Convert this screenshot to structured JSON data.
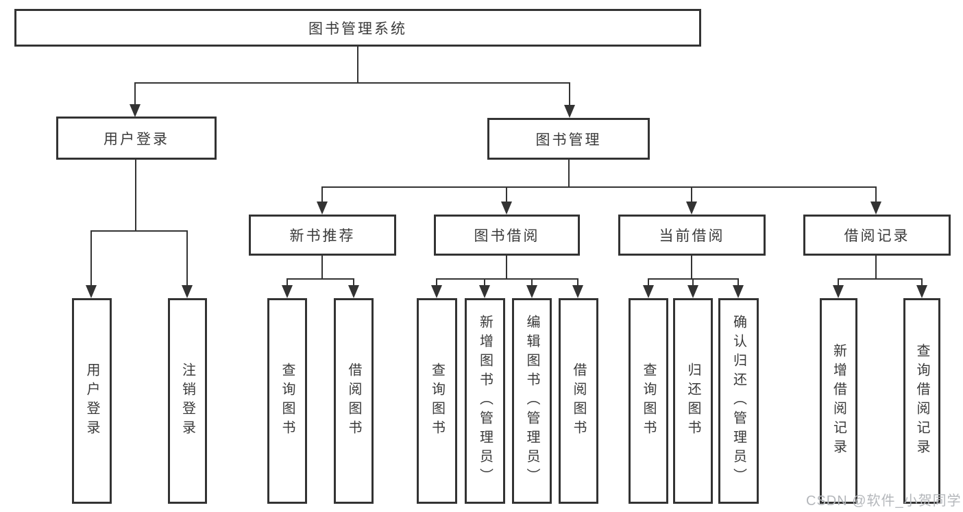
{
  "title": {
    "label": "图书管理系统"
  },
  "branches": [
    {
      "label": "用户登录",
      "children": [
        "用户登录",
        "注销登录"
      ]
    },
    {
      "label": "图书管理",
      "sections": [
        {
          "label": "新书推荐",
          "children": [
            "查询图书",
            "借阅图书"
          ]
        },
        {
          "label": "图书借阅",
          "children": [
            "查询图书",
            "新增图书（管理员）",
            "编辑图书（管理员）",
            "借阅图书"
          ]
        },
        {
          "label": "当前借阅",
          "children": [
            "查询图书",
            "归还图书",
            "确认归还（管理员）"
          ]
        },
        {
          "label": "借阅记录",
          "children": [
            "新增借阅记录",
            "查询借阅记录"
          ]
        }
      ]
    }
  ],
  "watermark": {
    "text": "CSDN @软件_小贺同学"
  },
  "colors": {
    "line": "#333333",
    "text": "#3a3a3a",
    "watermark": "#b4b7bb"
  }
}
